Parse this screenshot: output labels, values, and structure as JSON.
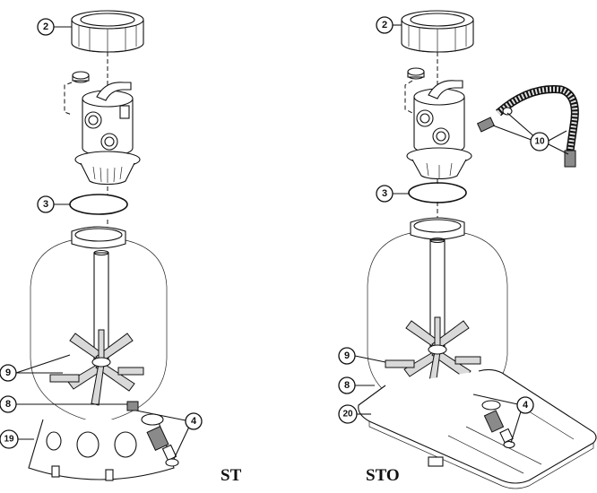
{
  "models": [
    {
      "label": "ST",
      "callouts": [
        {
          "id": "c2",
          "num": "2"
        },
        {
          "id": "c3",
          "num": "3"
        },
        {
          "id": "c9",
          "num": "9"
        },
        {
          "id": "c8",
          "num": "8"
        },
        {
          "id": "c19",
          "num": "19"
        },
        {
          "id": "c4",
          "num": "4"
        }
      ]
    },
    {
      "label": "STO",
      "callouts": [
        {
          "id": "c2",
          "num": "2"
        },
        {
          "id": "c10",
          "num": "10"
        },
        {
          "id": "c3",
          "num": "3"
        },
        {
          "id": "c9",
          "num": "9"
        },
        {
          "id": "c8",
          "num": "8"
        },
        {
          "id": "c20",
          "num": "20"
        },
        {
          "id": "c4",
          "num": "4"
        }
      ]
    }
  ]
}
